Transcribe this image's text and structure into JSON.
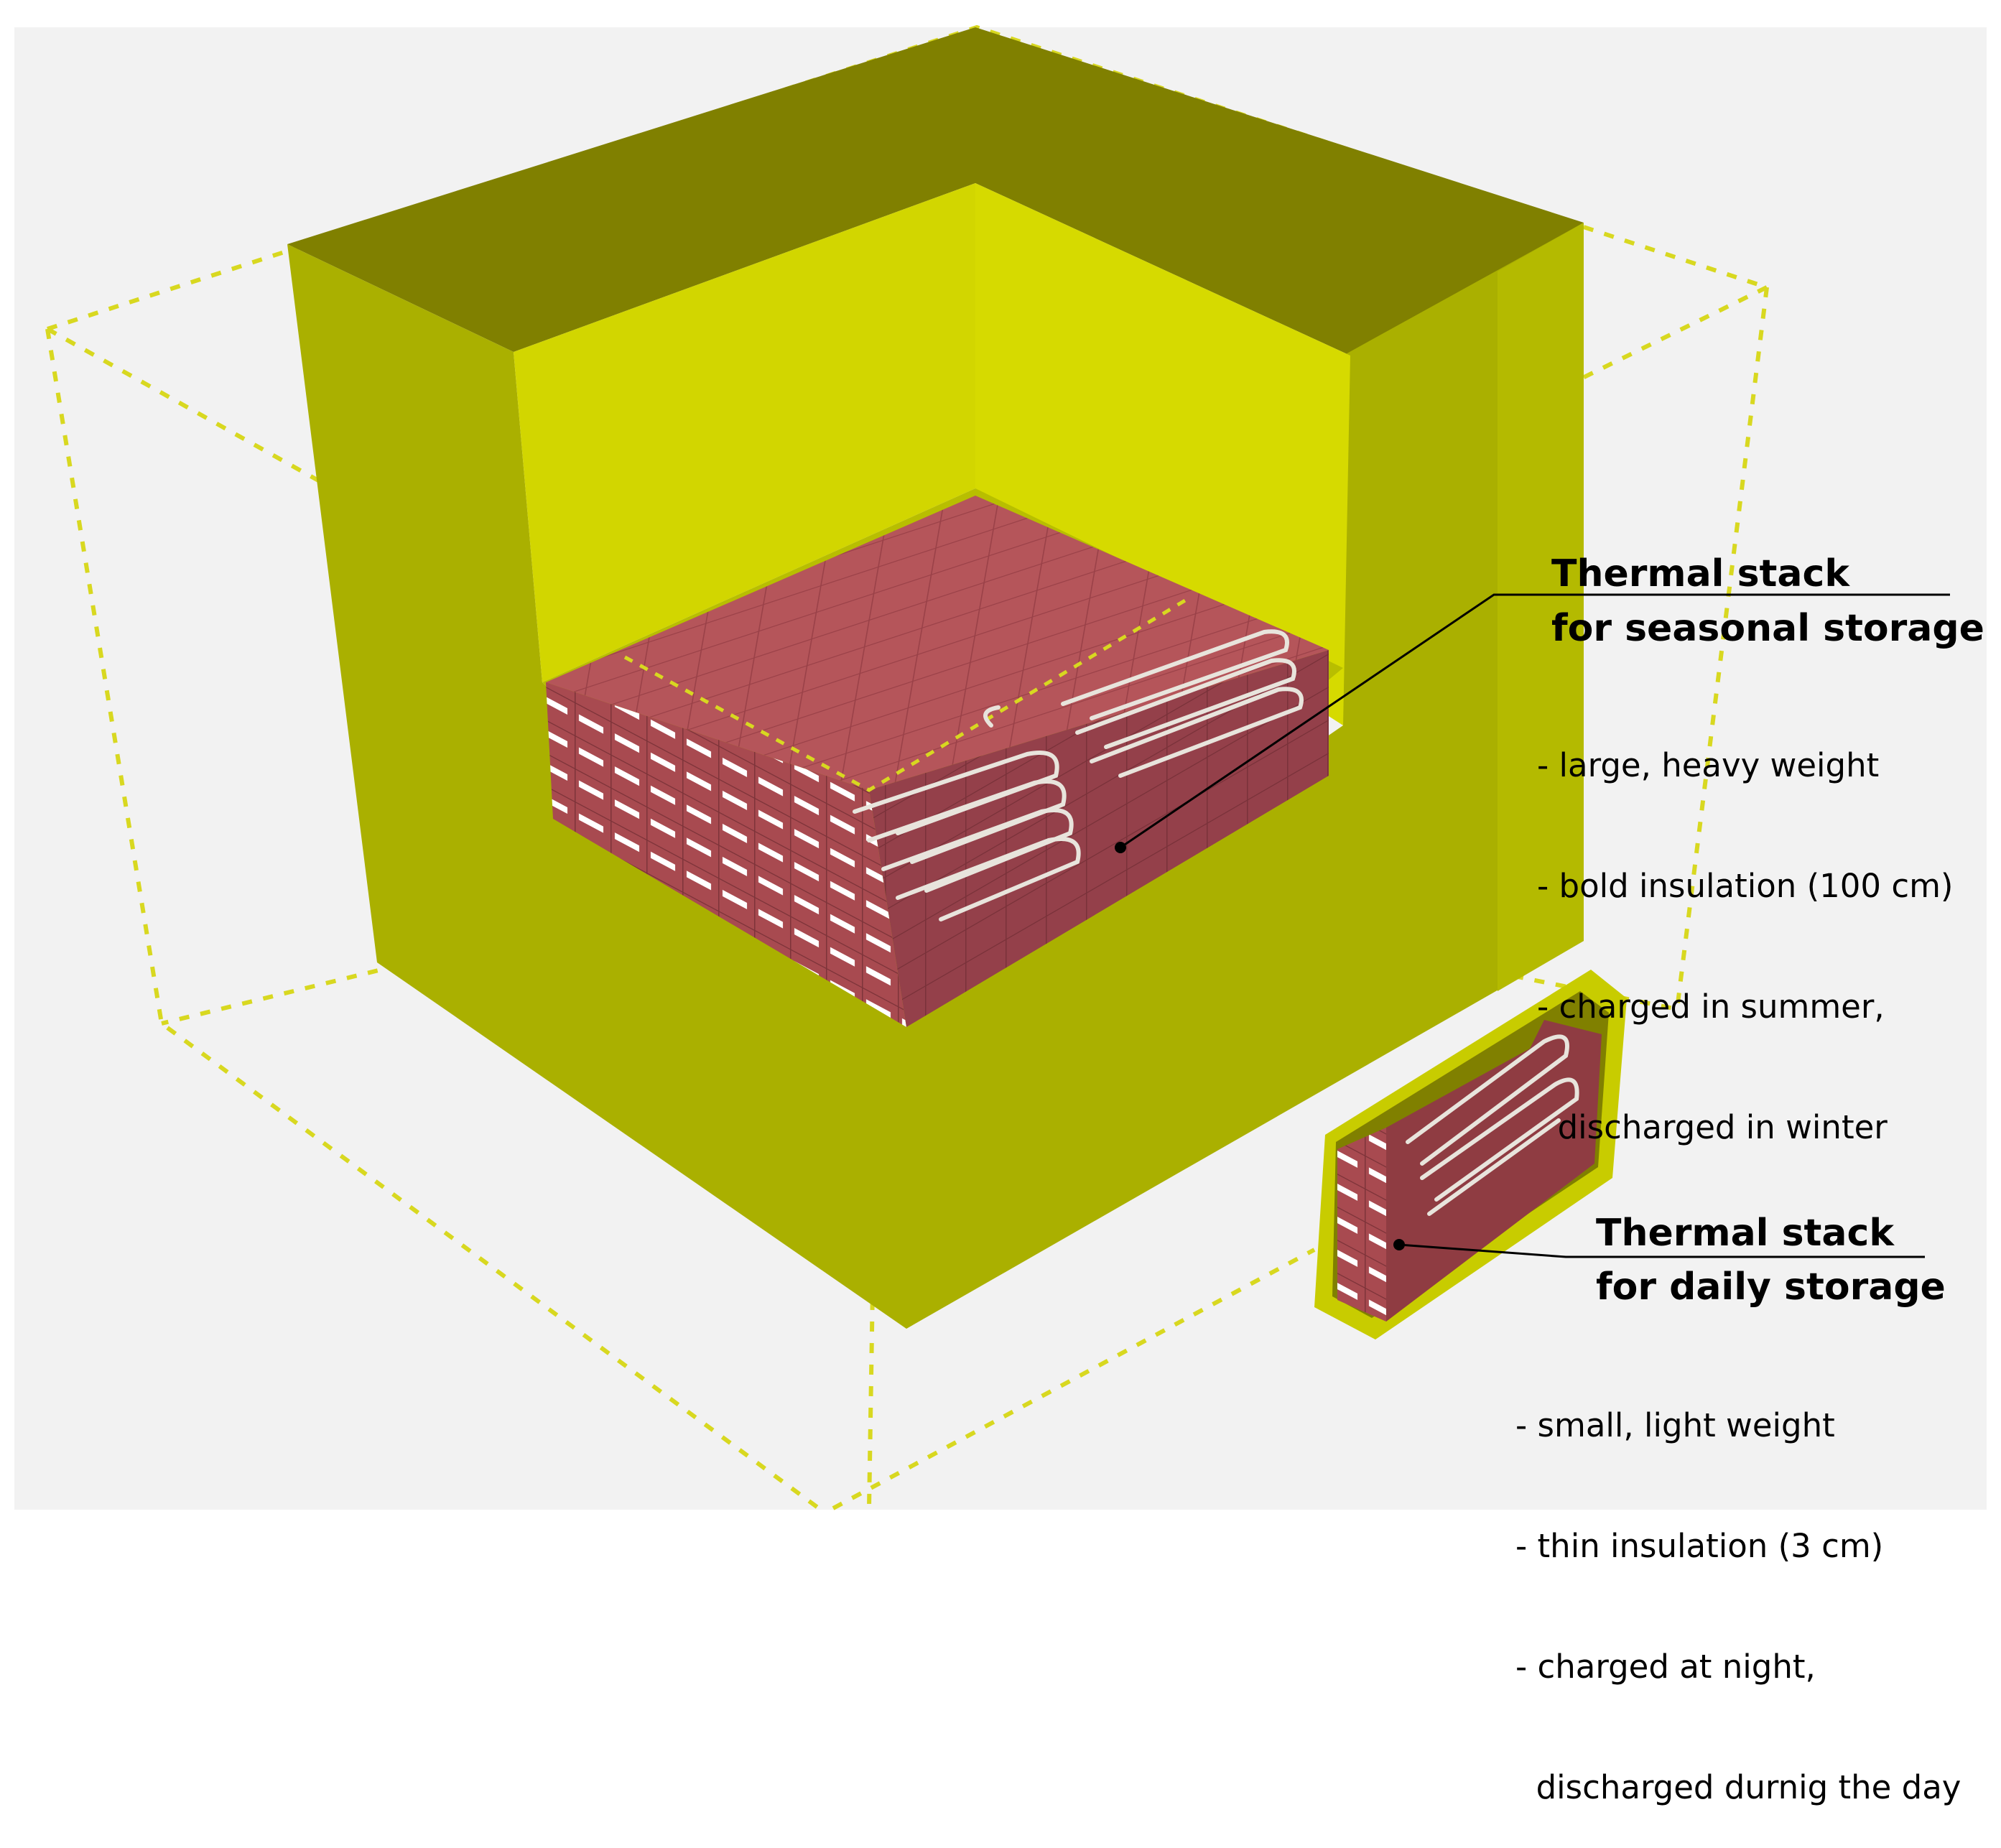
{
  "colors": {
    "background": "#f2f2f2",
    "insulation_top": "#808000",
    "insulation_front": "#aab000",
    "insulation_right": "#c2c800",
    "insulation_inner": "#d4d800",
    "insulation_dashed": "#d8d820",
    "brick_top": "#b5555a",
    "brick_front": "#a84a50",
    "brick_side": "#8f3c42",
    "pipe": "#e8e4dc",
    "leader": "#000000"
  },
  "seasonal": {
    "title_line1": "Thermal stack",
    "title_line2": "for seasonal storage",
    "bullets": [
      "- large, heavy weight",
      "- bold insulation (100 cm)",
      "- charged in summer,",
      "  discharged in winter"
    ]
  },
  "daily": {
    "title_line1": "Thermal stack",
    "title_line2": "for daily storage",
    "bullets": [
      "- small, light weight",
      "- thin insulation (3 cm)",
      "- charged at night,",
      "  discharged durnig the day"
    ]
  },
  "icons": {
    "large_insulation_box": "cutaway-insulation-cube",
    "seasonal_stack": "brick-stack",
    "daily_box": "small-insulated-box"
  }
}
